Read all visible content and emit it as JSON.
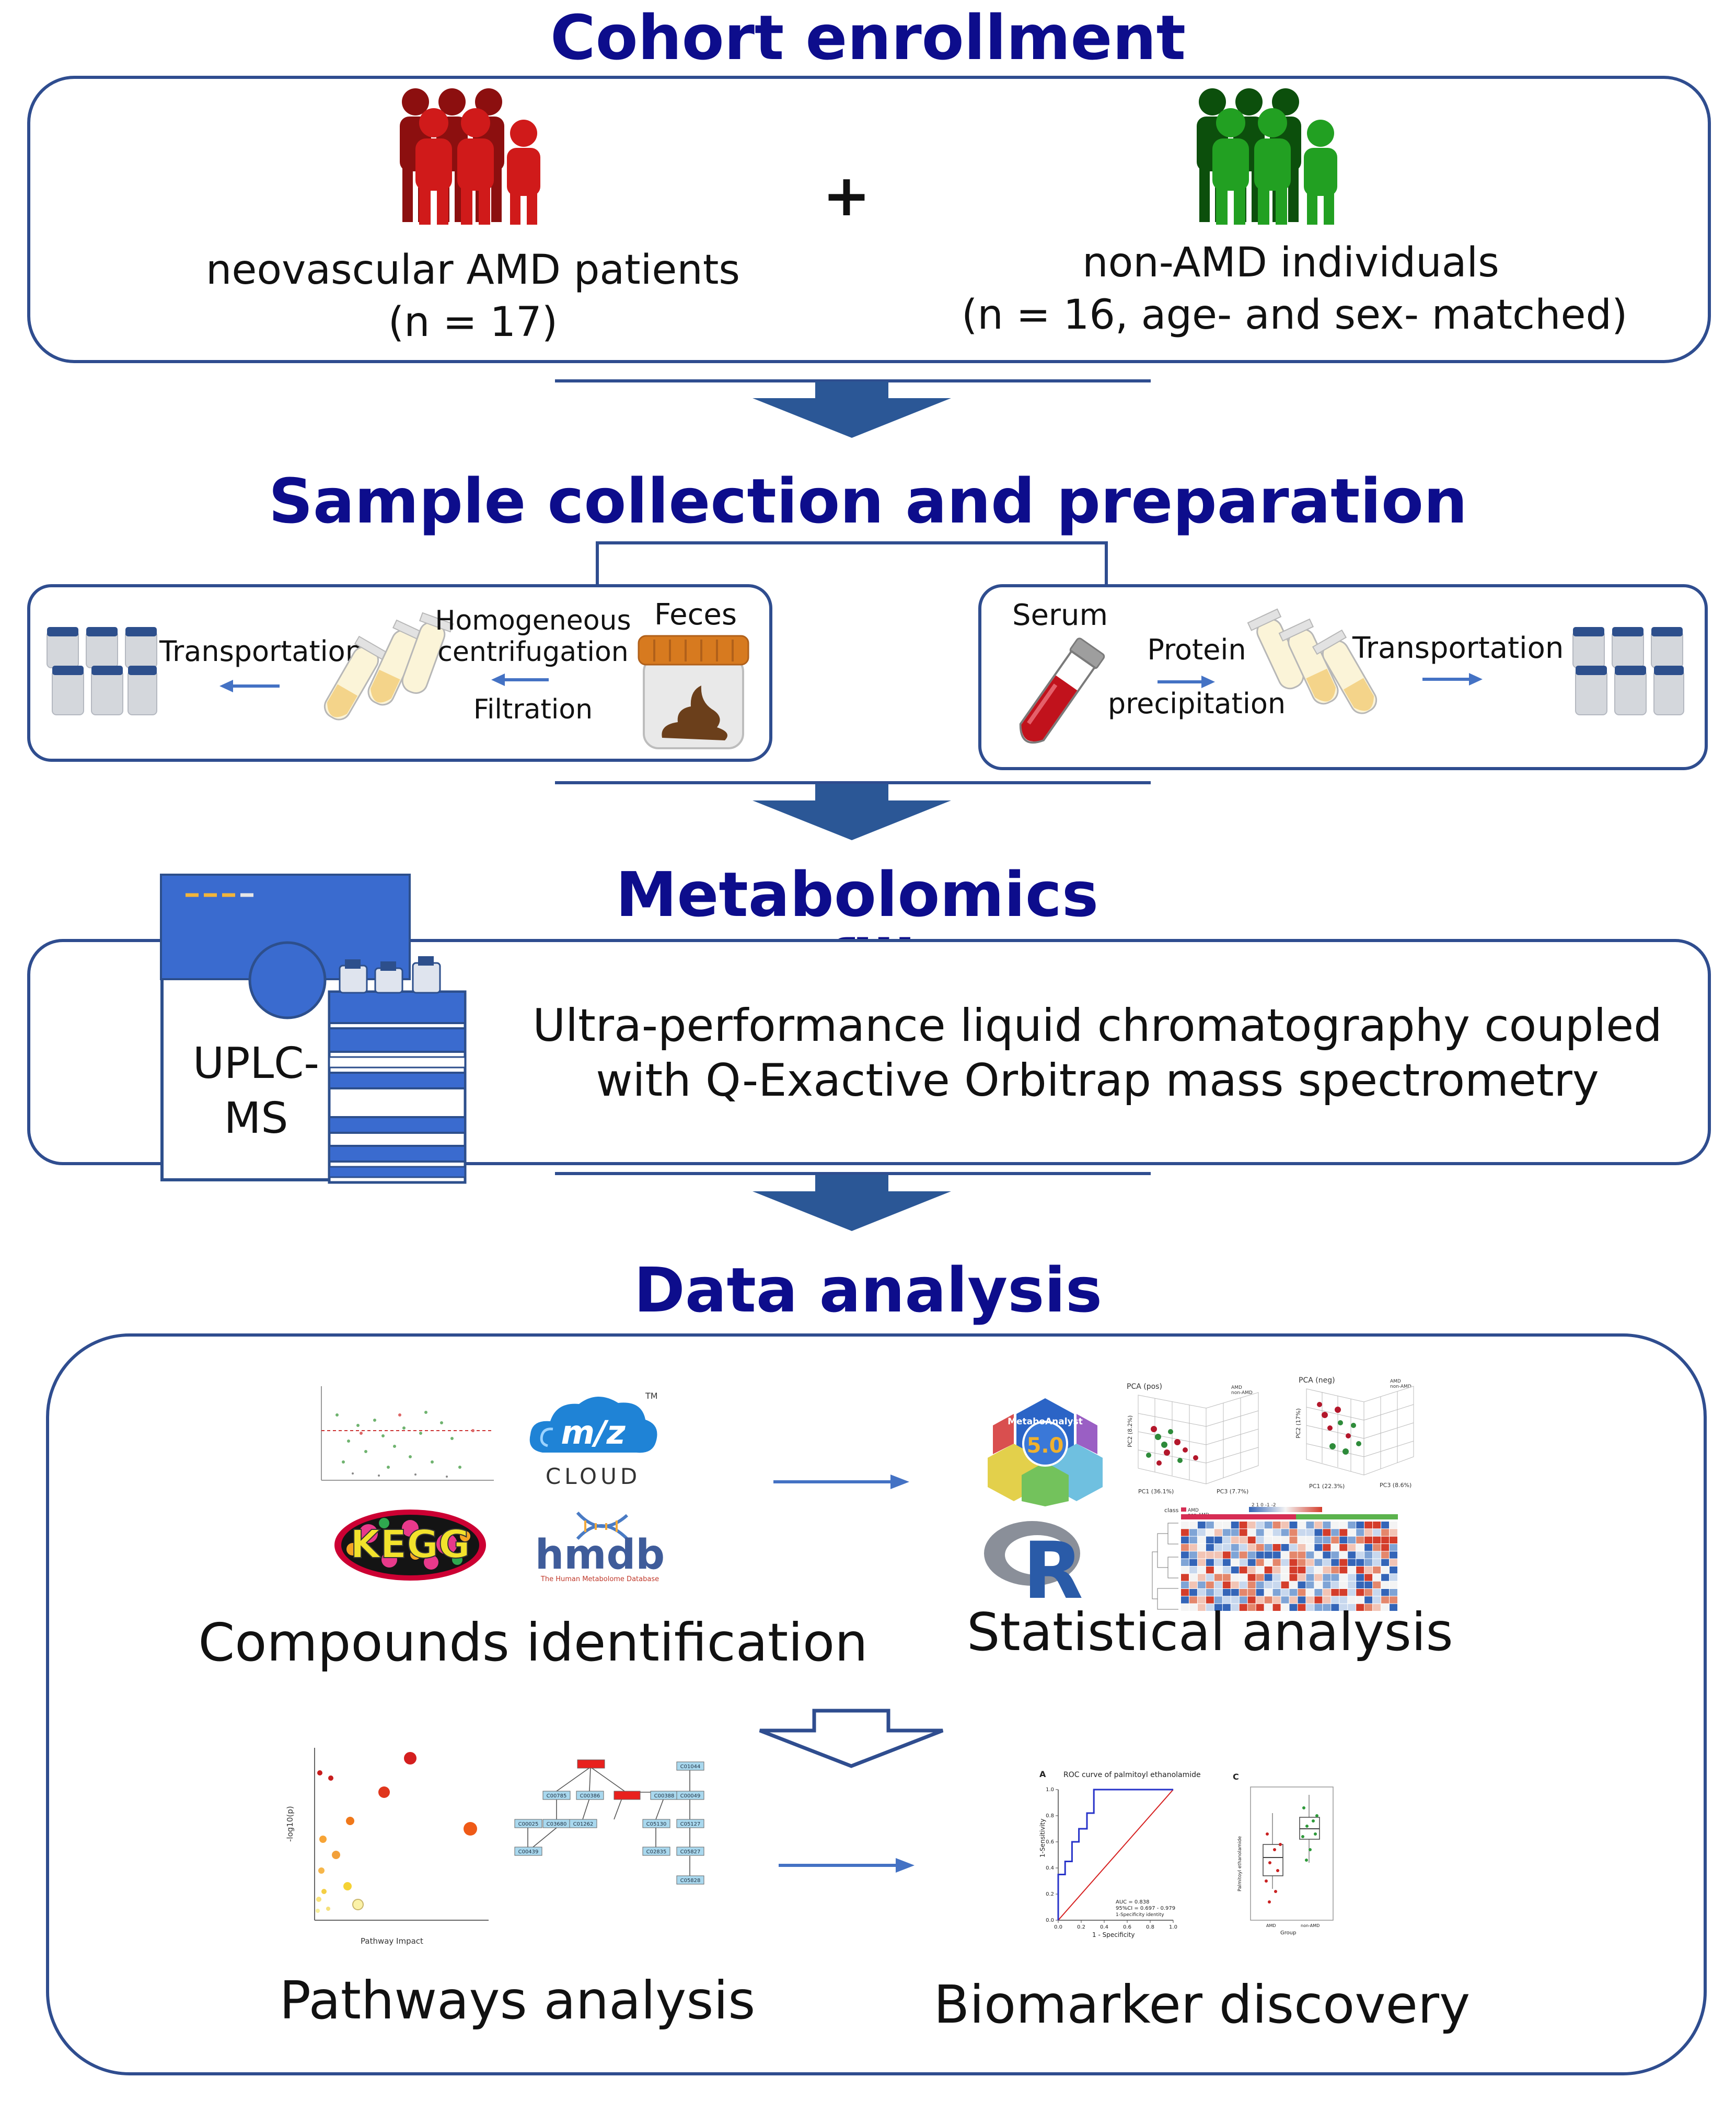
{
  "sections": {
    "cohort": {
      "title": "Cohort enrollment"
    },
    "sample": {
      "title": "Sample collection and preparation"
    },
    "metabolomics": {
      "title": "Metabolomics profiling"
    },
    "analysis": {
      "title": "Data analysis"
    }
  },
  "cohort": {
    "plus": "+",
    "patients": {
      "label": "neovascular AMD patients",
      "count": "(n = 17)",
      "color": "#b81414"
    },
    "controls": {
      "label": "non-AMD individuals",
      "count": "(n = 16, age- and sex- matched)",
      "color": "#1f8c1f"
    }
  },
  "feces": {
    "sample_label": "Feces",
    "step1_line1": "Homogeneous",
    "step1_line2": "centrifugation",
    "step2": "Filtration",
    "step3": "Transportation"
  },
  "serum": {
    "sample_label": "Serum",
    "step1_line1": "Protein",
    "step1_line2": "precipitation",
    "step2": "Transportation"
  },
  "metabolomics": {
    "instrument_line1": "UPLC-",
    "instrument_line2": "MS",
    "description_line1": "Ultra-performance liquid chromatography coupled",
    "description_line2": "with Q-Exactive Orbitrap mass spectrometry"
  },
  "analysis": {
    "compounds": {
      "label": "Compounds identification",
      "mz_logo_text": "m/z",
      "mz_cloud_text": "CLOUD",
      "mz_tm": "TM",
      "kegg_text": "KEGG",
      "hmdb_text": "hmdb",
      "hmdb_sub": "The Human Metabolome Database"
    },
    "statistical": {
      "label": "Statistical analysis",
      "metabo_version": "5.0",
      "metabo_name": "MetaboAnalyst",
      "r_logo": "R",
      "pca_pos_title": "PCA (pos)",
      "pca_neg_title": "PCA (neg)",
      "pca_pos_pc1": "PC1 (36.1%)",
      "pca_pos_pc2": "PC2 (8.2%)",
      "pca_pos_pc3": "PC3 (7.7%)",
      "pca_neg_pc1": "PC1 (22.3%)",
      "pca_neg_pc2": "PC2 (17%)",
      "pca_neg_pc3": "PC3 (8.6%)",
      "legend_amd": "AMD",
      "legend_non": "non-AMD",
      "heatmap_class": "class",
      "heatmap_scale": "2  1  0  -1  -2"
    },
    "pathways": {
      "label": "Pathways analysis",
      "y_axis": "-log10(p)",
      "x_axis": "Pathway Impact",
      "nodes": [
        "C00785",
        "C00386",
        "C00388",
        "C00025",
        "C03680",
        "C01262",
        "C05130",
        "C05127",
        "C00439",
        "C02835",
        "C05827",
        "C05828",
        "C01044",
        "C00049"
      ]
    },
    "biomarker": {
      "label": "Biomarker discovery",
      "panel_a": "A",
      "panel_c": "C",
      "roc_title": "ROC curve of palmitoyl ethanolamide",
      "roc_y": "1-Sensitivity",
      "roc_x": "1 - Specificity",
      "auc": "AUC = 0.838",
      "ci": "95%CI = 0.697 - 0.979",
      "legend": "1-Specificity  identity",
      "box_y": "Palmitoyl ethanolamide",
      "box_x": "Group",
      "box_cat1": "AMD",
      "box_cat2": "non-AMD",
      "x_ticks": [
        "0.0",
        "0.2",
        "0.4",
        "0.6",
        "0.8",
        "1.0"
      ],
      "y_ticks": [
        "0.0",
        "0.2",
        "0.4",
        "0.6",
        "0.8",
        "1.0"
      ]
    }
  }
}
